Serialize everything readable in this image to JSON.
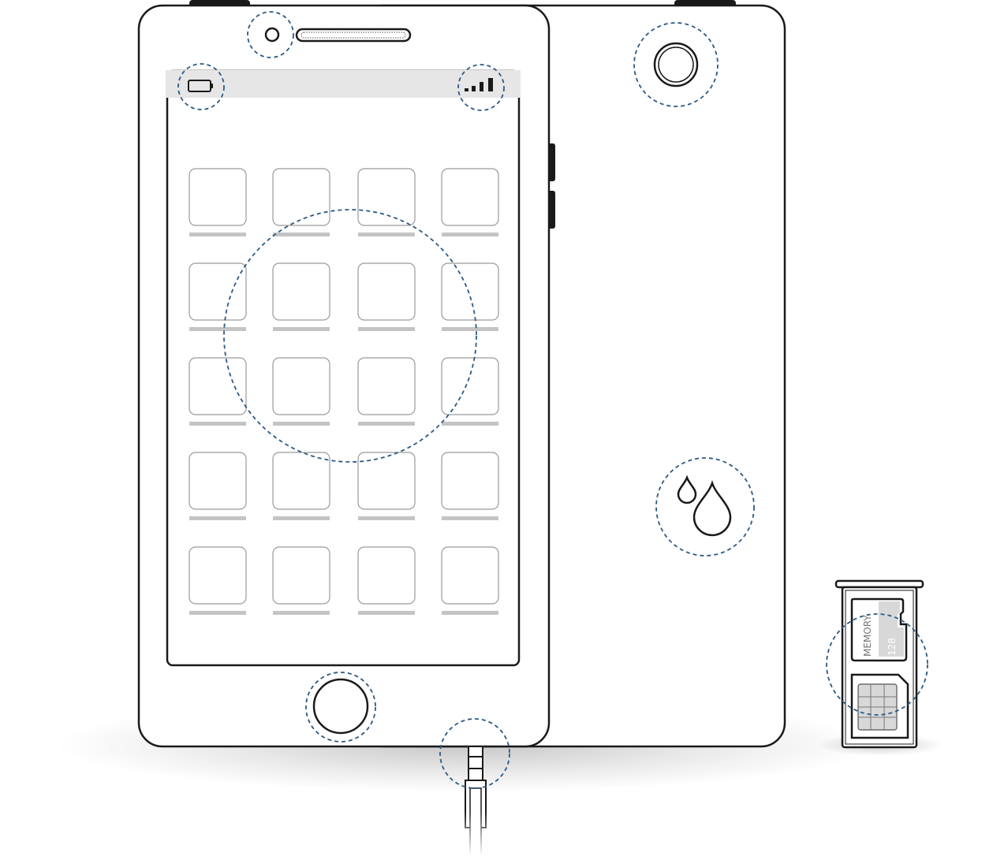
{
  "diagram": {
    "colors": {
      "outline": "#1a1a1a",
      "screen_fill": "#ffffff",
      "status_bar": "#e6e6e6",
      "app_icon_border": "#9a9a9a",
      "app_label_bar": "#c4c4c4",
      "highlight_circle": "#2b5a85",
      "card_fill": "#d8d8d8"
    },
    "screen": {
      "status_bar": {
        "battery_icon": "battery-icon",
        "signal_icon": "signal-bars-icon"
      },
      "app_grid": {
        "rows": 5,
        "columns": 4
      }
    },
    "sd_card": {
      "label_line1": "MEMORY",
      "label_line2": "128"
    },
    "icons": [
      "front-camera-icon",
      "earpiece-speaker-icon",
      "rear-camera-icon",
      "water-drops-icon",
      "home-button-icon",
      "headphone-jack-icon",
      "sim-chip-icon",
      "micro-sd-card-icon"
    ]
  }
}
